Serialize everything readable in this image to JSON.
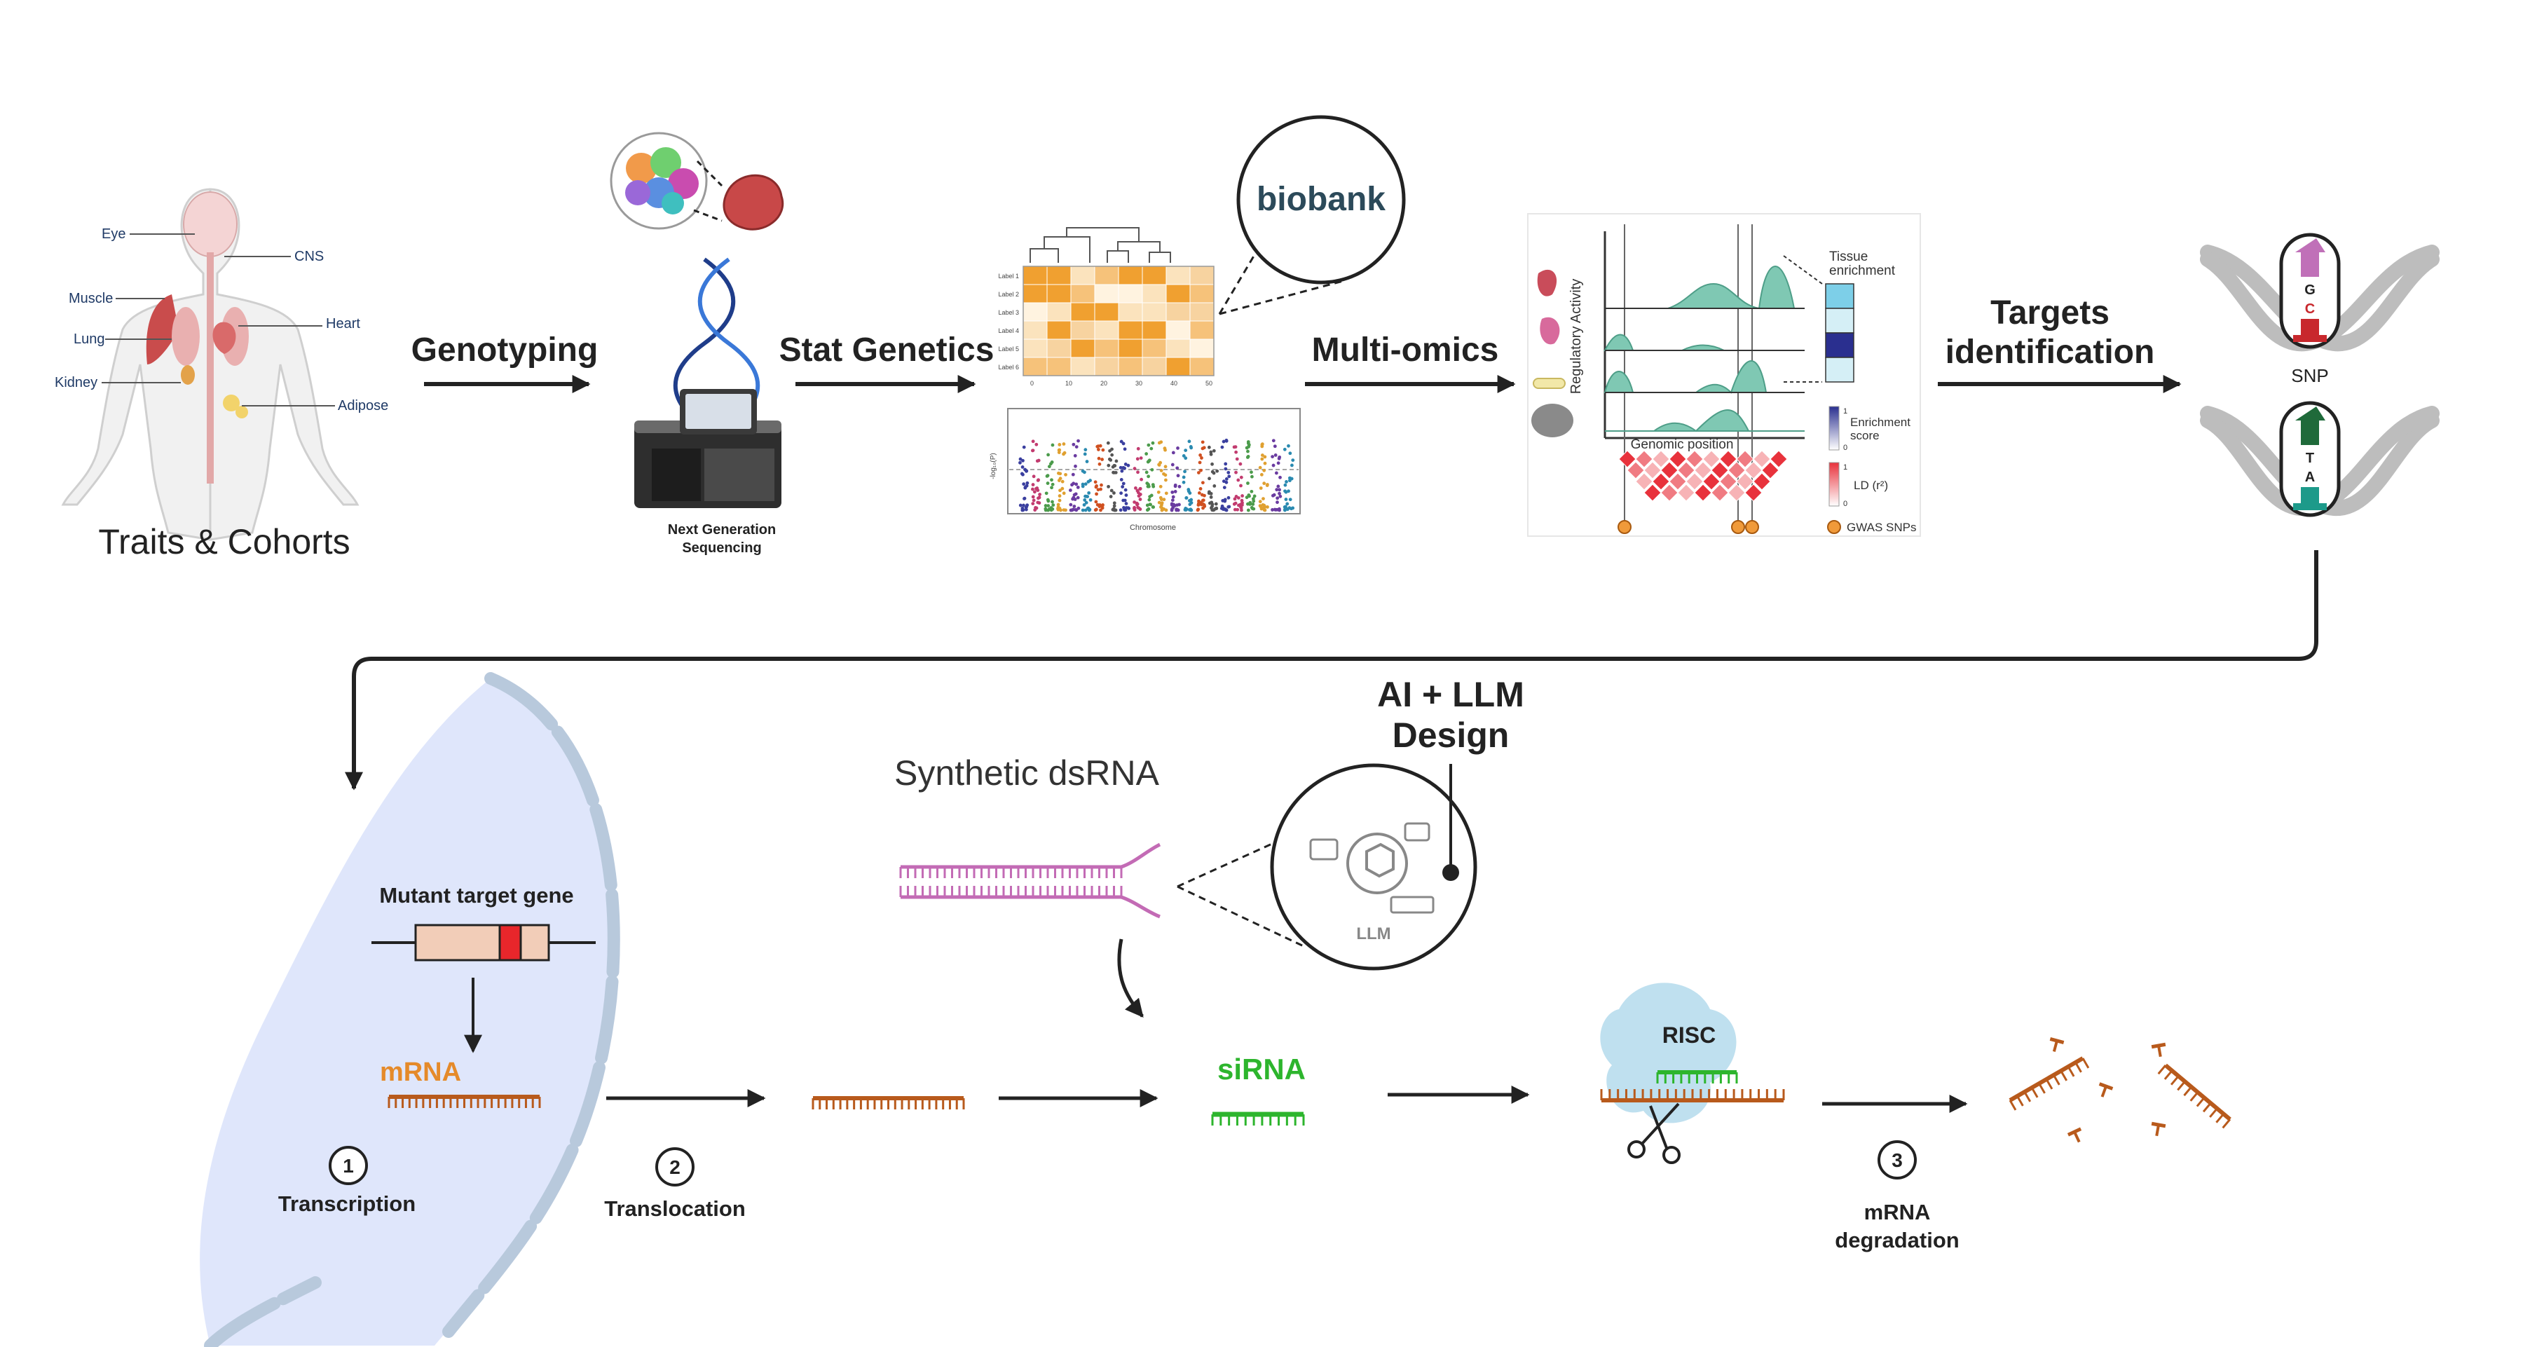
{
  "row1": {
    "traits_title": "Traits & Cohorts",
    "organs": {
      "eye": "Eye",
      "cns": "CNS",
      "muscle": "Muscle",
      "heart": "Heart",
      "lung": "Lung",
      "kidney": "Kidney",
      "adipose": "Adipose"
    },
    "step_genotyping": "Genotyping",
    "ngs_line1": "Next Generation",
    "ngs_line2": "Sequencing",
    "step_stat": "Stat Genetics",
    "biobank": "biobank",
    "chromosome": "Chromosome",
    "ylog": "-log₁₀(P)",
    "heatmap_rows": [
      "Label 1",
      "Label 2",
      "Label 3",
      "Label 4",
      "Label 5",
      "Label 6"
    ],
    "heatmap_cols": [
      "0",
      "10",
      "20",
      "30",
      "40",
      "50"
    ],
    "step_multiomics": "Multi-omics",
    "reg_activity": "Regulatory Activity",
    "genomic_position": "Genomic position",
    "tissue_enrichment_line1": "Tissue",
    "tissue_enrichment_line2": "enrichment",
    "enrichment_score_line1": "Enrichment",
    "enrichment_score_line2": "score",
    "ld": "LD (r²)",
    "gwas_snps": "GWAS SNPs",
    "zero": "0",
    "one": "1",
    "step_targets_line1": "Targets",
    "step_targets_line2": "identification",
    "snp": "SNP",
    "bases_top": [
      "G",
      "C"
    ],
    "bases_bottom": [
      "T",
      "A"
    ]
  },
  "row2": {
    "mutant_gene": "Mutant target gene",
    "mrna": "mRNA",
    "transcription": "Transcription",
    "translocation": "Translocation",
    "synthetic_dsrna": "Synthetic dsRNA",
    "ai_llm_line1": "AI + LLM",
    "ai_llm_line2": "Design",
    "llm": "LLM",
    "sirna": "siRNA",
    "risc": "RISC",
    "mrna_degradation_line1": "mRNA",
    "mrna_degradation_line2": "degradation",
    "step_num_1": "1",
    "step_num_2": "2",
    "step_num_3": "3"
  },
  "colors": {
    "arrow": "#222222",
    "heat_orange": "#f0a030",
    "multiomics_teal": "#7fc8b3",
    "ld_red": "#e8323c",
    "enrich_navy": "#2a2f8f",
    "cell_fill": "#dfe6fb",
    "mrna_brown": "#b85a1c",
    "mrna_label_orange": "#e58a2a",
    "sirna_green": "#2db52d",
    "dsrna_pink": "#c36bb5",
    "risc_blue": "#bfe0ef",
    "snp_magenta": "#c070b8",
    "snp_red": "#c8282d",
    "snp_darkgreen": "#1f6a3a",
    "snp_teal": "#1d9a8a"
  }
}
